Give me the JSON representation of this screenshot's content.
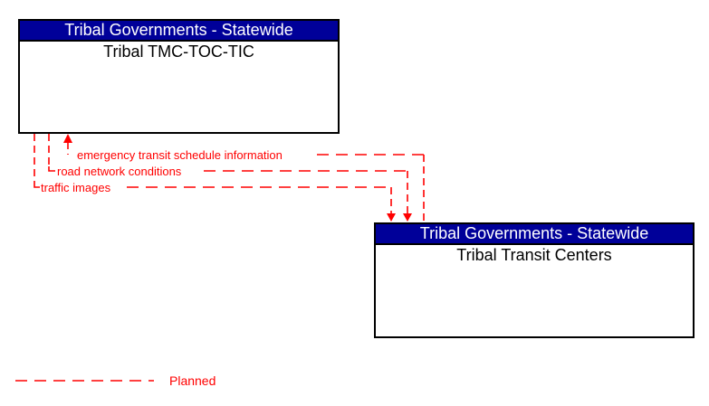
{
  "boxes": [
    {
      "header": "Tribal Governments - Statewide",
      "label": "Tribal TMC-TOC-TIC"
    },
    {
      "header": "Tribal Governments - Statewide",
      "label": "Tribal Transit Centers"
    }
  ],
  "flows": [
    {
      "label": "emergency transit schedule information",
      "from": "Tribal Transit Centers",
      "to": "Tribal TMC-TOC-TIC",
      "status": "Planned"
    },
    {
      "label": "road network conditions",
      "from": "Tribal TMC-TOC-TIC",
      "to": "Tribal Transit Centers",
      "status": "Planned"
    },
    {
      "label": "traffic images",
      "from": "Tribal TMC-TOC-TIC",
      "to": "Tribal Transit Centers",
      "status": "Planned"
    }
  ],
  "legend": {
    "planned_label": "Planned"
  },
  "colors": {
    "flow_line": "#ff0000",
    "header_bg": "#000099",
    "header_text": "#ffffff",
    "box_border": "#000000",
    "box_body_bg": "#ffffff",
    "body_text": "#000000"
  }
}
